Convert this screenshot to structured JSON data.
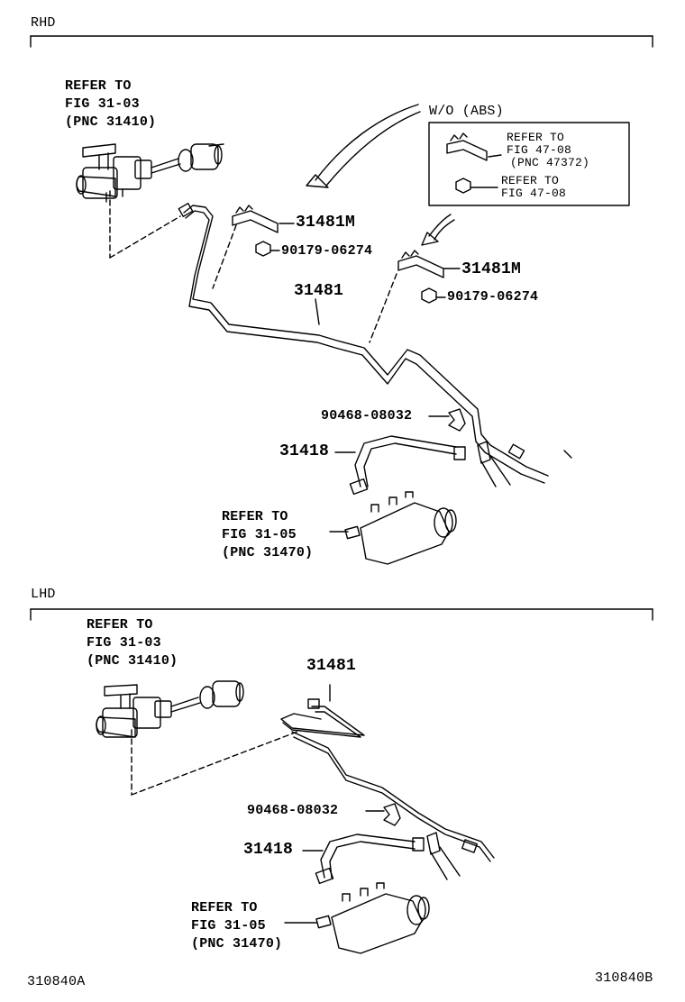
{
  "sections": {
    "rhd": {
      "title": "RHD",
      "code": "310840A"
    },
    "lhd": {
      "title": "LHD",
      "code": "310840B"
    }
  },
  "rhd": {
    "master_ref": [
      "REFER TO",
      "FIG 31-03",
      "(PNC 31410)"
    ],
    "wo_abs": "W/O (ABS)",
    "inset_ref1": [
      "REFER TO",
      "FIG 47-08",
      "(PNC 47372)"
    ],
    "inset_ref2": [
      "REFER TO",
      "FIG 47-08"
    ],
    "clamp1": "31481M",
    "bolt1": "90179-06274",
    "clamp2": "31481M",
    "bolt2": "90179-06274",
    "tube": "31481",
    "clip": "90468-08032",
    "hose": "31418",
    "slave_ref": [
      "REFER TO",
      "FIG 31-05",
      "(PNC 31470)"
    ]
  },
  "lhd": {
    "master_ref": [
      "REFER TO",
      "FIG 31-03",
      "(PNC 31410)"
    ],
    "tube": "31481",
    "clip": "90468-08032",
    "hose": "31418",
    "slave_ref": [
      "REFER TO",
      "FIG 31-05",
      "(PNC 31470)"
    ]
  },
  "icons": [
    "master-cylinder-icon",
    "slave-cylinder-icon",
    "clutch-tube-icon",
    "hose-icon",
    "clamp-icon",
    "bolt-icon",
    "clip-icon",
    "bracket-icon",
    "arrow-icon"
  ]
}
